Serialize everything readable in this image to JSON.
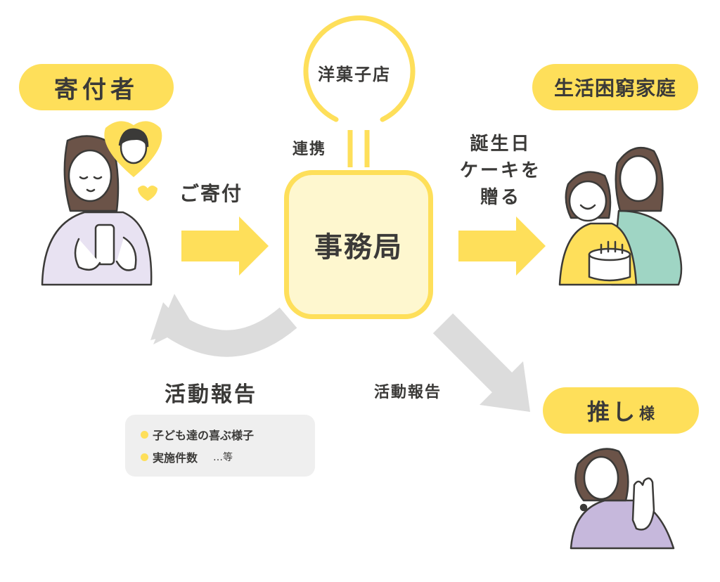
{
  "nodes": {
    "donor": "寄付者",
    "shop": "洋菓子店",
    "families": "生活困窮家庭",
    "office": "事務局",
    "oshi_main": "推し",
    "oshi_suffix": "様"
  },
  "edges": {
    "donation": "ご寄付",
    "cooperation": "連携",
    "gift_line1": "誕生日",
    "gift_line2": "ケーキを",
    "gift_line3": "贈る",
    "report_left": "活動報告",
    "report_right": "活動報告"
  },
  "report_items": [
    {
      "text": "子ども達の喜ぶ様子"
    },
    {
      "text": "実施件数",
      "suffix": "…等"
    }
  ],
  "colors": {
    "accent": "#fedf5a",
    "center_fill": "#fef7cf",
    "gray_arrow": "#dcdcdc",
    "text": "#3b3a38"
  }
}
